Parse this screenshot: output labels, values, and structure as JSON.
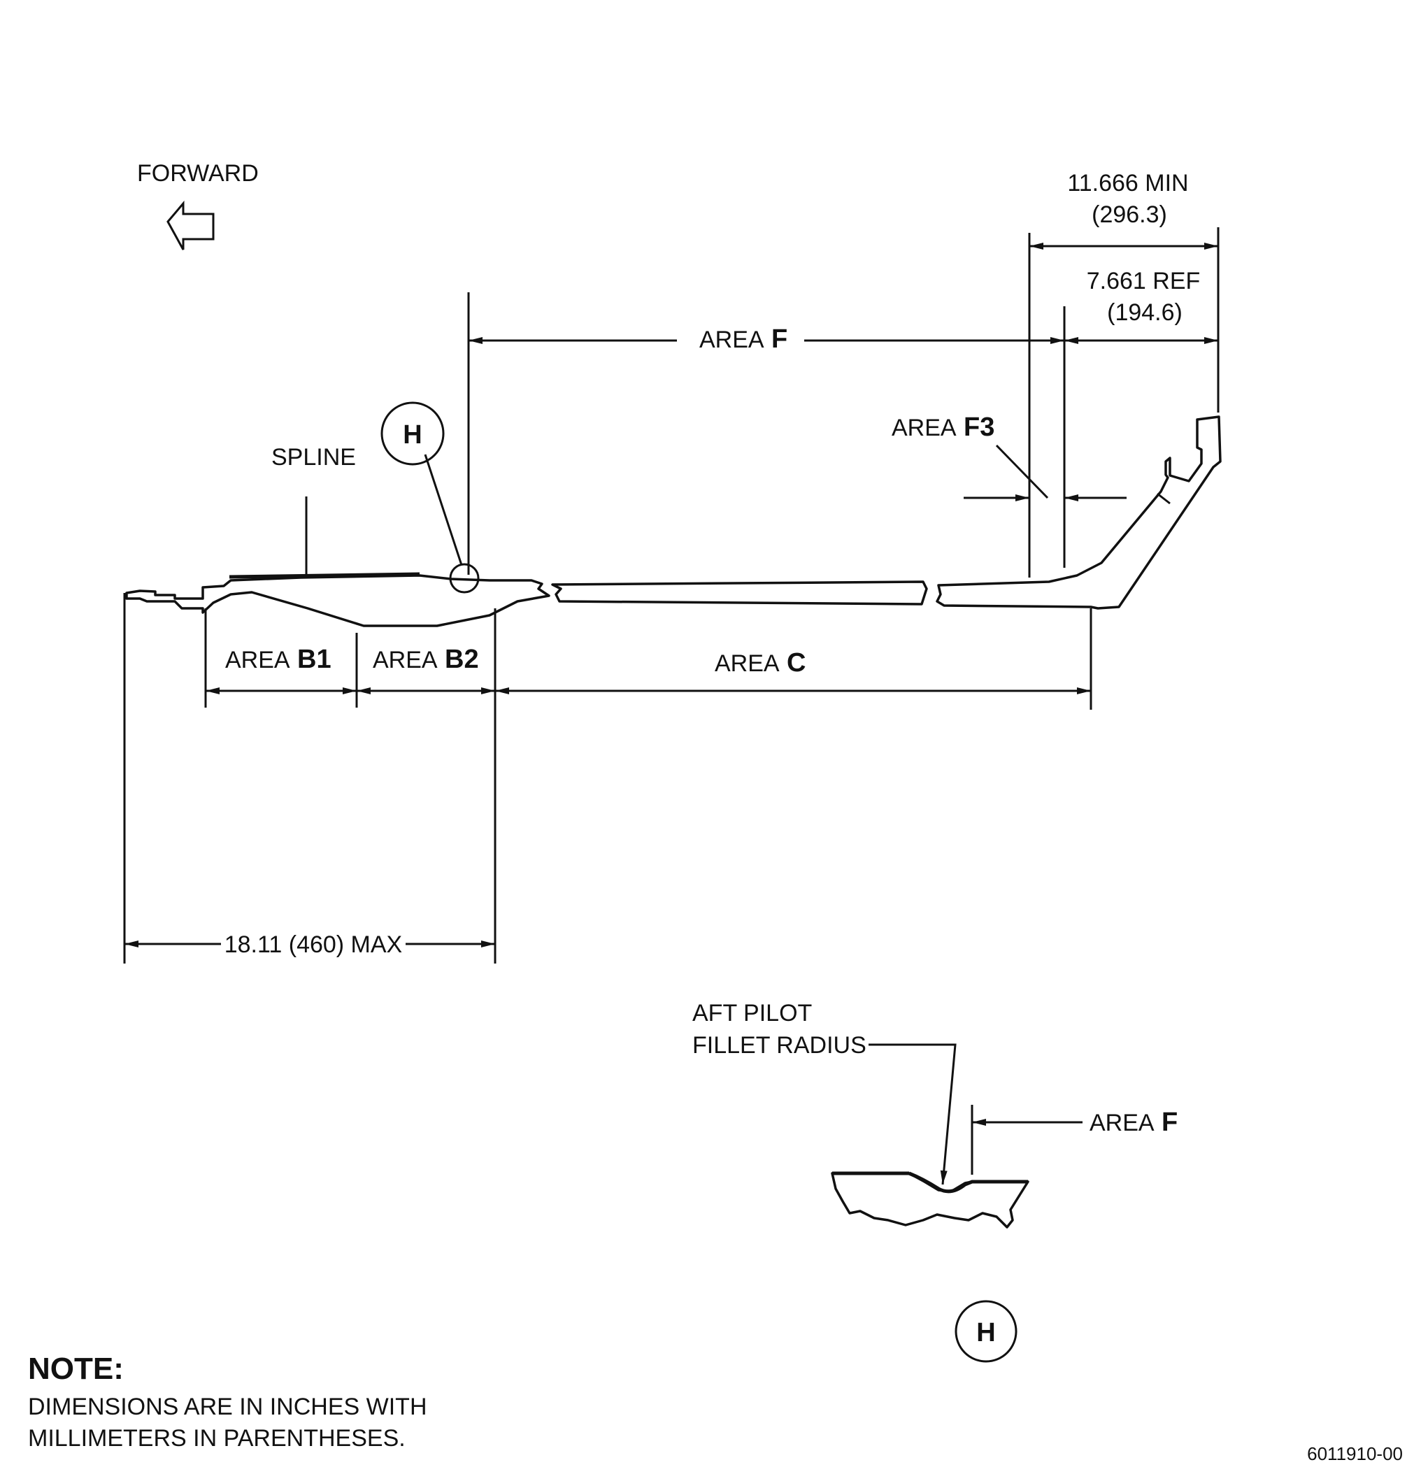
{
  "forward": {
    "label": "FORWARD"
  },
  "spline": {
    "label": "SPLINE"
  },
  "detail": {
    "callout_letter": "H",
    "detail_letter": "H"
  },
  "areas": {
    "area_word": "AREA",
    "f": "F",
    "f3": "F3",
    "b1": "B1",
    "b2": "B2",
    "c": "C"
  },
  "dimensions": {
    "overall_min": "11.666 MIN",
    "overall_min_mm": "(296.3)",
    "ref": "7.661 REF",
    "ref_mm": "(194.6)",
    "max_length": "18.11 (460) MAX"
  },
  "fillet": {
    "line1": "AFT PILOT",
    "line2": "FILLET RADIUS"
  },
  "note": {
    "title": "NOTE:",
    "line1": "DIMENSIONS ARE IN INCHES WITH",
    "line2": "MILLIMETERS IN PARENTHESES."
  },
  "figure_number": "6011910-00"
}
